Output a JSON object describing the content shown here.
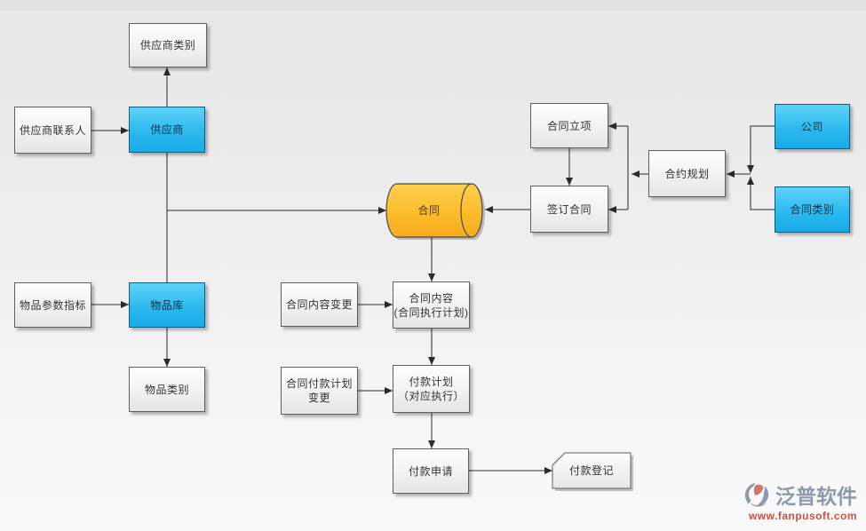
{
  "nodes": [
    {
      "id": "supplier-category",
      "label": "供应商类别",
      "shape": "rect",
      "style": "plain"
    },
    {
      "id": "supplier-contact",
      "label": "供应商联系人",
      "shape": "rect",
      "style": "plain"
    },
    {
      "id": "supplier",
      "label": "供应商",
      "shape": "rect",
      "style": "accent"
    },
    {
      "id": "item-params",
      "label": "物品参数指标",
      "shape": "rect",
      "style": "plain"
    },
    {
      "id": "item-library",
      "label": "物品库",
      "shape": "rect",
      "style": "accent"
    },
    {
      "id": "item-category",
      "label": "物品类别",
      "shape": "rect",
      "style": "plain"
    },
    {
      "id": "contract",
      "label": "合同",
      "shape": "cylinder",
      "style": "highlight"
    },
    {
      "id": "contract-initiation",
      "label": "合同立项",
      "shape": "rect",
      "style": "plain"
    },
    {
      "id": "contract-signing",
      "label": "签订合同",
      "shape": "rect",
      "style": "plain"
    },
    {
      "id": "contract-planning",
      "label": "合约规划",
      "shape": "rect",
      "style": "plain"
    },
    {
      "id": "company",
      "label": "公司",
      "shape": "rect",
      "style": "accent"
    },
    {
      "id": "contract-category",
      "label": "合同类别",
      "shape": "rect",
      "style": "accent"
    },
    {
      "id": "contract-content-change",
      "label": "合同内容变更",
      "shape": "rect",
      "style": "plain"
    },
    {
      "id": "contract-content",
      "label": "合同内容",
      "label2": "(合同执行计划)",
      "shape": "rect",
      "style": "plain"
    },
    {
      "id": "payment-plan-change",
      "label": "合同付款计划",
      "label2": "变更",
      "shape": "rect",
      "style": "plain"
    },
    {
      "id": "payment-plan",
      "label": "付款计划",
      "label2": "（对应执行）",
      "shape": "rect",
      "style": "plain"
    },
    {
      "id": "payment-request",
      "label": "付款申请",
      "shape": "rect",
      "style": "plain"
    },
    {
      "id": "payment-register",
      "label": "付款登记",
      "shape": "card",
      "style": "plain"
    }
  ],
  "edges": [
    {
      "from": "supplier",
      "to": "supplier-category"
    },
    {
      "from": "supplier-contact",
      "to": "supplier"
    },
    {
      "from": "supplier",
      "to": "item-library"
    },
    {
      "from": "supplier",
      "to": "contract"
    },
    {
      "from": "item-params",
      "to": "item-library"
    },
    {
      "from": "item-library",
      "to": "item-category"
    },
    {
      "from": "contract",
      "to": "contract-content"
    },
    {
      "from": "contract-signing",
      "to": "contract"
    },
    {
      "from": "contract-initiation",
      "to": "contract-signing"
    },
    {
      "from": "contract-planning",
      "to": "contract-initiation"
    },
    {
      "from": "contract-planning",
      "to": "contract-signing"
    },
    {
      "from": "company",
      "to": "contract-planning"
    },
    {
      "from": "contract-category",
      "to": "contract-planning"
    },
    {
      "from": "contract-content-change",
      "to": "contract-content"
    },
    {
      "from": "contract-content",
      "to": "payment-plan"
    },
    {
      "from": "payment-plan-change",
      "to": "payment-plan"
    },
    {
      "from": "payment-plan",
      "to": "payment-request"
    },
    {
      "from": "payment-request",
      "to": "payment-register"
    }
  ],
  "watermark": {
    "brand": "泛普软件",
    "url": "www.fanpusoft.com"
  },
  "colors": {
    "accent_blue": "#2cb9ee",
    "accent_blue_border": "#0a5d85",
    "cylinder_yellow": "#fbbe2e",
    "plain_box_border": "#5f5f5f",
    "connector": "#2a2a2a",
    "brand_text": "#8e99ad",
    "brand_url": "#c9523e"
  }
}
